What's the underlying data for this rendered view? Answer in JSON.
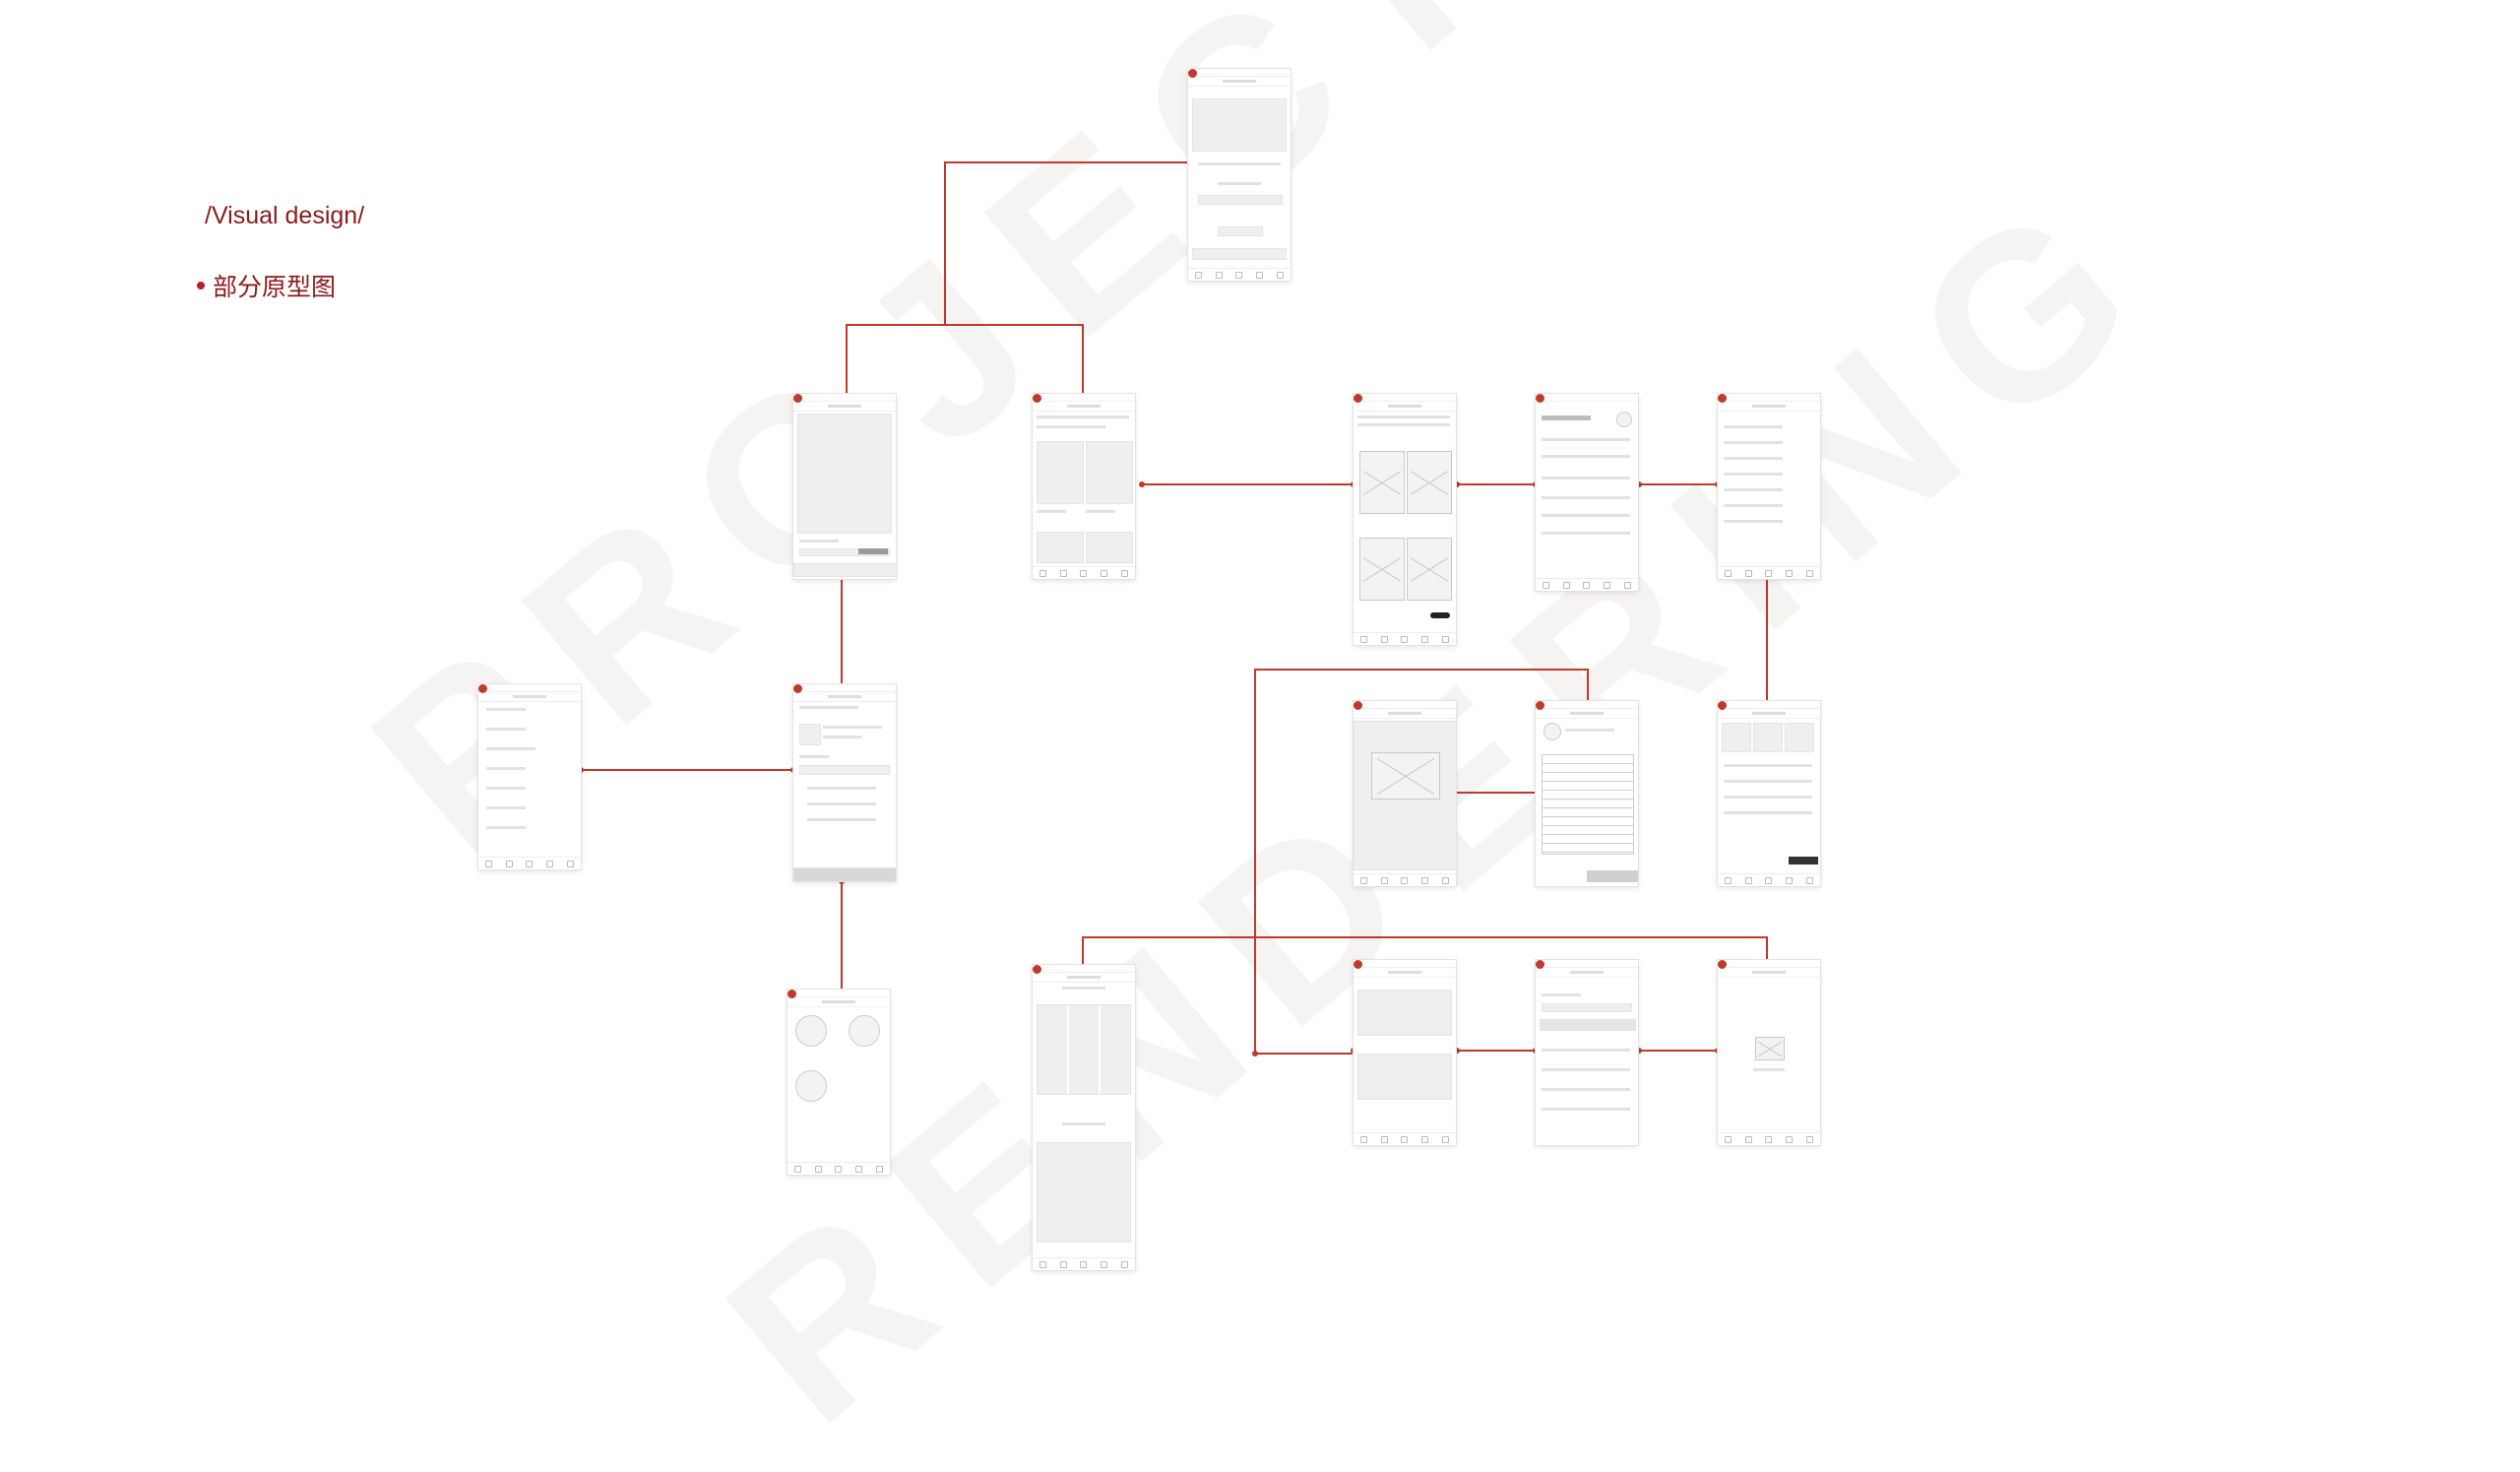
{
  "header": {
    "section_title": "/Visual design/",
    "subtitle": "部分原型图"
  },
  "watermark": {
    "line1": "PROJECT",
    "line2": "RENDERING"
  },
  "colors": {
    "accent": "#8b1a1a",
    "connector": "#c0392b",
    "wireframe_gray": "#efefef"
  }
}
